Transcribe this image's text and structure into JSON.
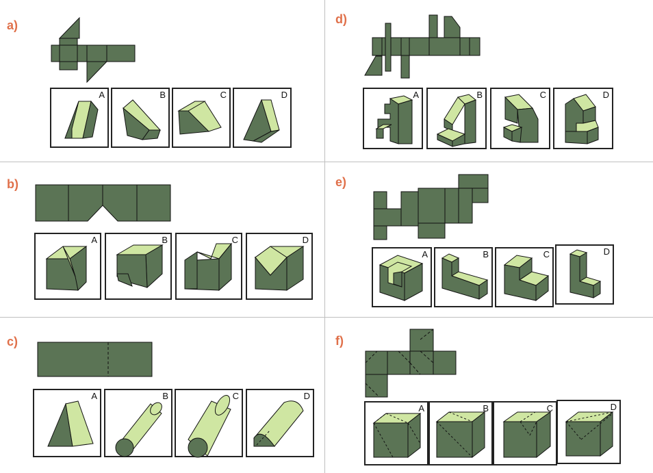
{
  "panels": [
    {
      "label": "a)",
      "options": [
        "A",
        "B",
        "C",
        "D"
      ]
    },
    {
      "label": "b)",
      "options": [
        "A",
        "B",
        "C",
        "D"
      ]
    },
    {
      "label": "c)",
      "options": [
        "A",
        "B",
        "C",
        "D"
      ]
    },
    {
      "label": "d)",
      "options": [
        "A",
        "B",
        "C",
        "D"
      ]
    },
    {
      "label": "e)",
      "options": [
        "A",
        "B",
        "C",
        "D"
      ]
    },
    {
      "label": "f)",
      "options": [
        "A",
        "B",
        "C",
        "D"
      ]
    }
  ],
  "colors": {
    "dark": "#5b7455",
    "light": "#cfe6a2",
    "label": "#e0704a",
    "stroke": "#111111"
  }
}
